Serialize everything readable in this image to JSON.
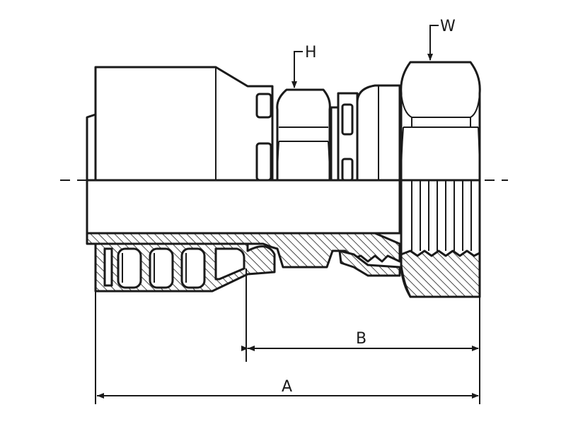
{
  "labels": {
    "w": "W",
    "h": "H",
    "b": "B",
    "a": "A"
  },
  "colors": {
    "line": "#1a1a1a",
    "background": "#ffffff"
  }
}
